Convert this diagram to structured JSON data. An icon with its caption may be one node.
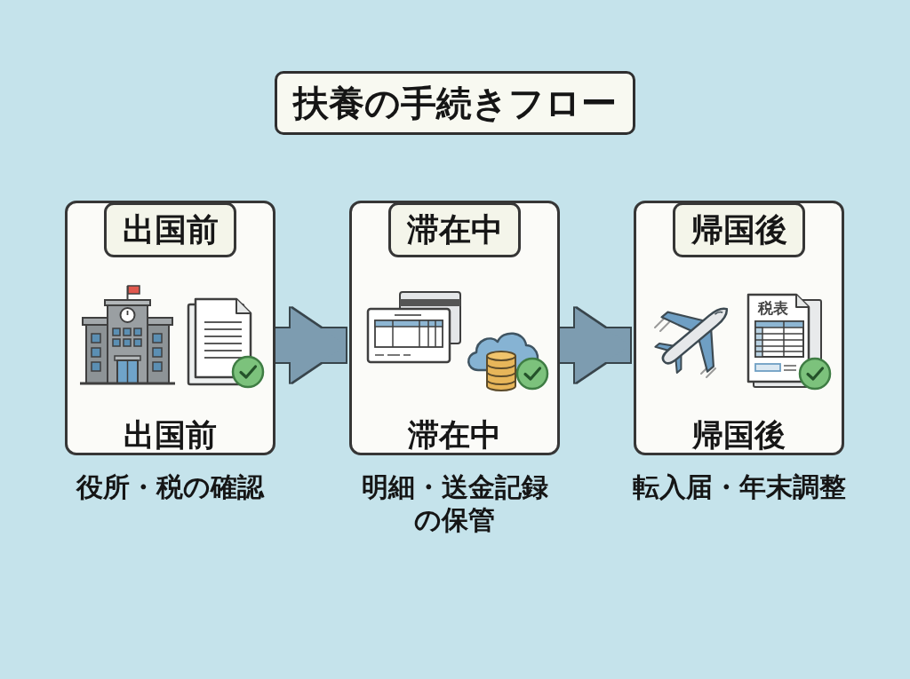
{
  "diagram": {
    "title": "扶養の手続きフロー",
    "nodes": [
      {
        "text": [
          "出国前",
          "出国前"
        ],
        "beside": [
          "役所・税の確認"
        ]
      },
      {
        "text": [
          "滞在中",
          "滞在中"
        ],
        "beside": [
          "明細・送金記録の保管"
        ]
      },
      {
        "text": [
          "帰国後",
          "帰国後"
        ],
        "beside": [
          "転入届・年末調整"
        ]
      }
    ],
    "edges": [
      {
        "from": 0,
        "to": 1,
        "arrow": "to"
      },
      {
        "from": 1,
        "to": 2,
        "arrow": "to"
      }
    ],
    "labels": [
      "税表"
    ]
  }
}
